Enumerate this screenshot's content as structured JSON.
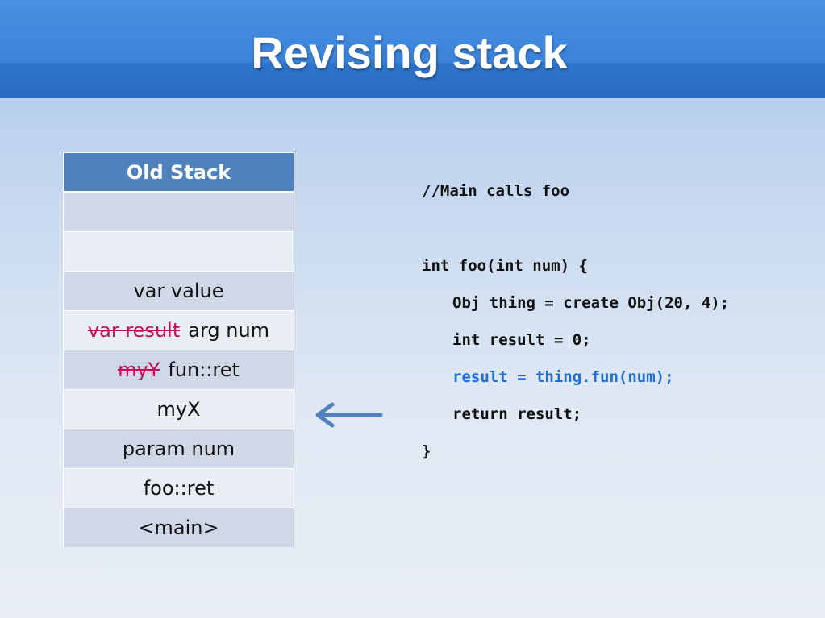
{
  "slide": {
    "title": "Revising stack"
  },
  "stack": {
    "header": "Old Stack",
    "rows": [
      {
        "struck": "",
        "text": ""
      },
      {
        "struck": "",
        "text": ""
      },
      {
        "struck": "",
        "text": "var value"
      },
      {
        "struck": "var result",
        "text": "arg num"
      },
      {
        "struck": "myY",
        "text": "fun::ret"
      },
      {
        "struck": "",
        "text": "myX"
      },
      {
        "struck": "",
        "text": "param num"
      },
      {
        "struck": "",
        "text": "foo::ret"
      },
      {
        "struck": "",
        "text": "<main>"
      }
    ]
  },
  "code": {
    "lines": [
      "//Main calls foo",
      "int foo(int num) {",
      "Obj thing = create Obj(20, 4);",
      "int result = 0;",
      "result = thing.fun(num);",
      "return result;",
      "}"
    ]
  },
  "colors": {
    "header_fill": "#4f81bd",
    "strike_text": "#c0105a",
    "highlight_code": "#1e6fcf",
    "arrow": "#4f81bd"
  }
}
